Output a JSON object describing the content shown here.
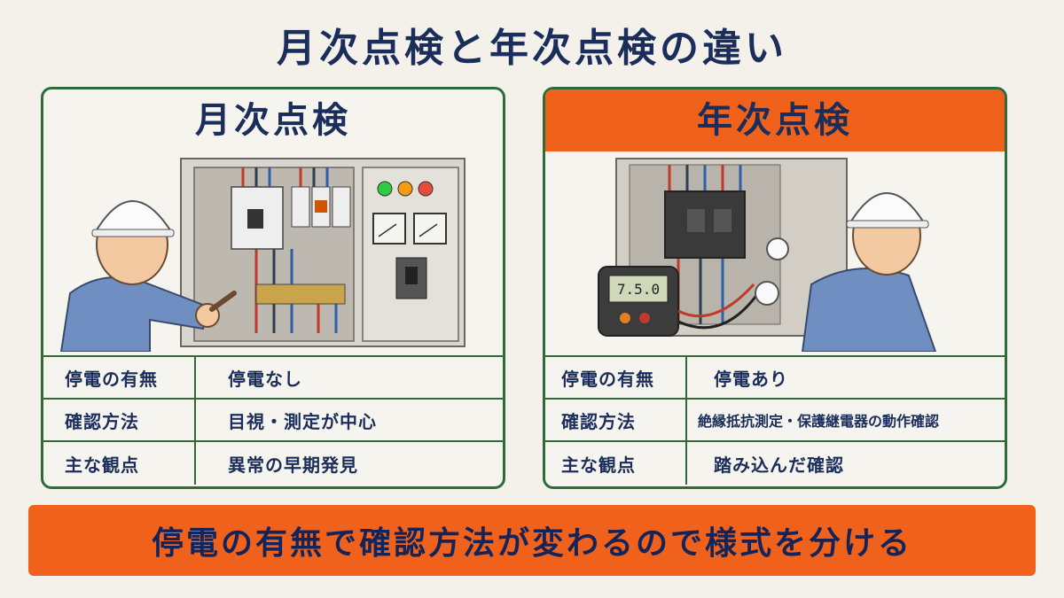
{
  "title": "月次点検と年次点検の違い",
  "panels": [
    {
      "heading": "月次点検",
      "rows": [
        {
          "label": "停電の有無",
          "value": "停電なし"
        },
        {
          "label": "確認方法",
          "value": "目視・測定が中心"
        },
        {
          "label": "主な観点",
          "value": "異常の早期発見"
        }
      ]
    },
    {
      "heading": "年次点検",
      "rows": [
        {
          "label": "停電の有無",
          "value": "停電あり"
        },
        {
          "label": "確認方法",
          "value": "絶縁抵抗測定・保護継電器の動作確認"
        },
        {
          "label": "主な観点",
          "value": "踏み込んだ確認"
        }
      ]
    }
  ],
  "meter_reading": "7.5.0",
  "banner": "停電の有無で確認方法が変わるので様式を分ける",
  "colors": {
    "accent": "#f0621c",
    "border": "#2f6b3a",
    "text": "#1b2d5a"
  }
}
